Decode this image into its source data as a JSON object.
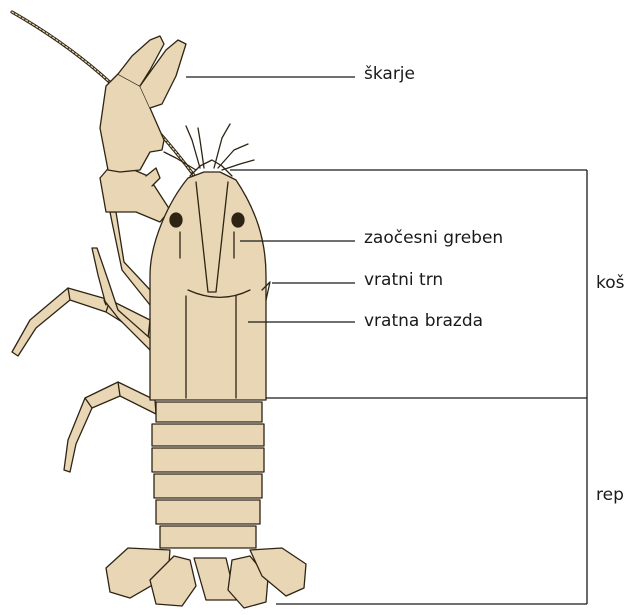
{
  "diagram": {
    "labels": {
      "claws": "škarje",
      "eye_ridge": "zaočesni greben",
      "neck_spine": "vratni trn",
      "neck_groove": "vratna brazda",
      "carapace": "koš",
      "tail": "rep"
    },
    "colors": {
      "body_fill": "#e9d6b4",
      "outline": "#2e2414",
      "leader_line": "#1a1a1a"
    }
  }
}
